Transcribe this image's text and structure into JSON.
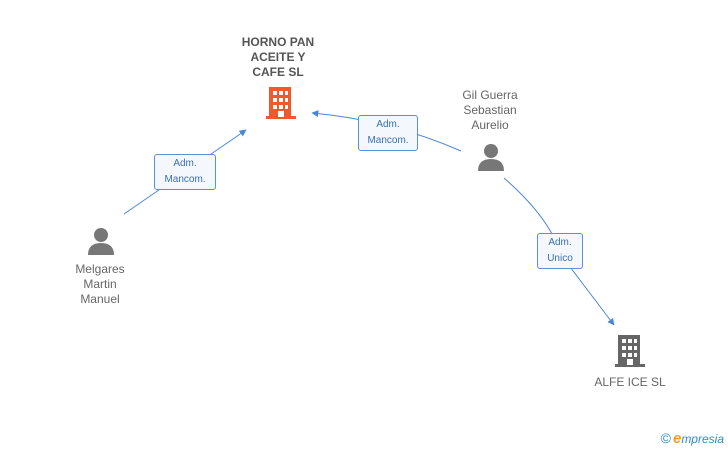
{
  "nodes": {
    "horno": {
      "name": "HORNO PAN\nACEITE Y\nCAFE SL",
      "kind": "company",
      "color": "#f05a28"
    },
    "gil": {
      "name": "Gil Guerra\nSebastian\nAurelio",
      "kind": "person",
      "color": "#777777"
    },
    "melgares": {
      "name": "Melgares\nMartin\nManuel",
      "kind": "person",
      "color": "#777777"
    },
    "alfe": {
      "name": "ALFE ICE SL",
      "kind": "company",
      "color": "#666666"
    }
  },
  "edges": {
    "melgares_horno": {
      "label": "Adm.\nMancom."
    },
    "gil_horno": {
      "label": "Adm.\nMancom."
    },
    "gil_alfe": {
      "label": "Adm.\nUnico"
    }
  },
  "colors": {
    "edge": "#4a86d4"
  },
  "brand": {
    "copyright": "©",
    "initial": "e",
    "rest": "mpresia"
  }
}
